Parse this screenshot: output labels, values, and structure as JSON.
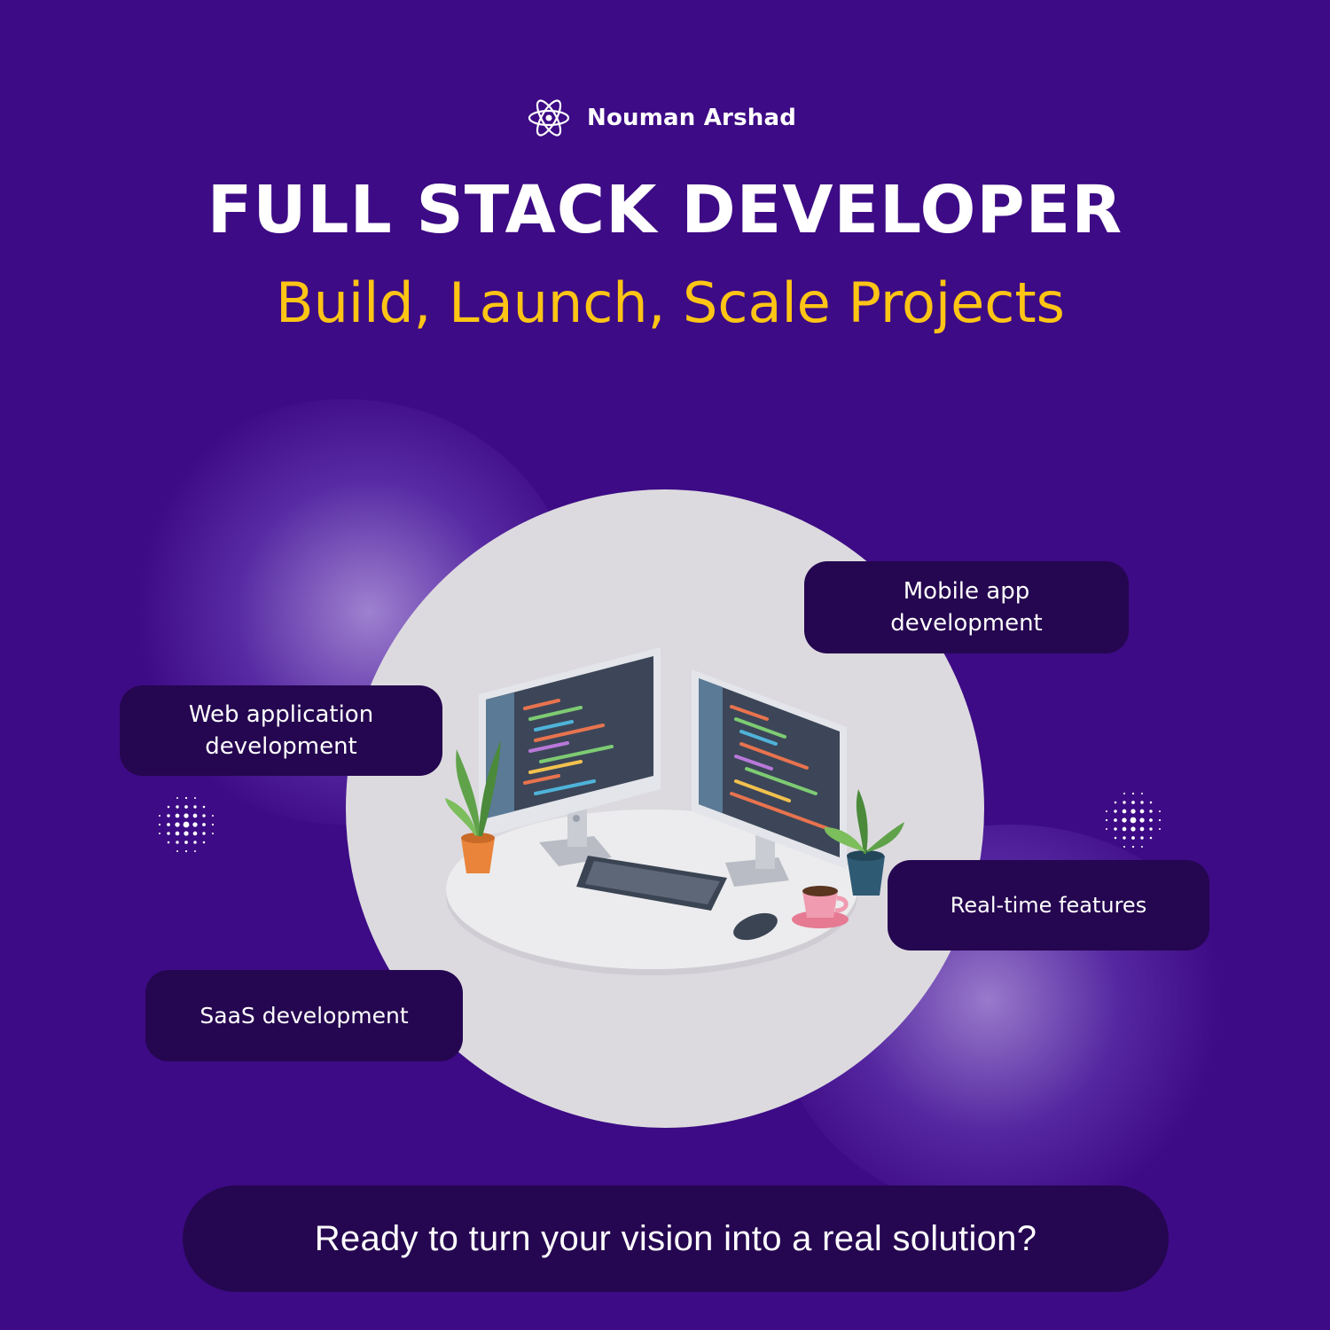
{
  "brand": {
    "name": "Nouman Arshad",
    "logo_icon": "atom-icon"
  },
  "headline": "FULL STACK DEVELOPER",
  "tagline": "Build, Launch, Scale Projects",
  "services": {
    "mobile": "Mobile app\ndevelopment",
    "web": "Web application\ndevelopment",
    "realtime": "Real-time features",
    "saas": "SaaS development"
  },
  "cta": "Ready to turn your vision into a real solution?",
  "colors": {
    "background": "#3d0b85",
    "accent": "#ffc515",
    "pill": "#250650",
    "circle": "#dcdadf"
  }
}
